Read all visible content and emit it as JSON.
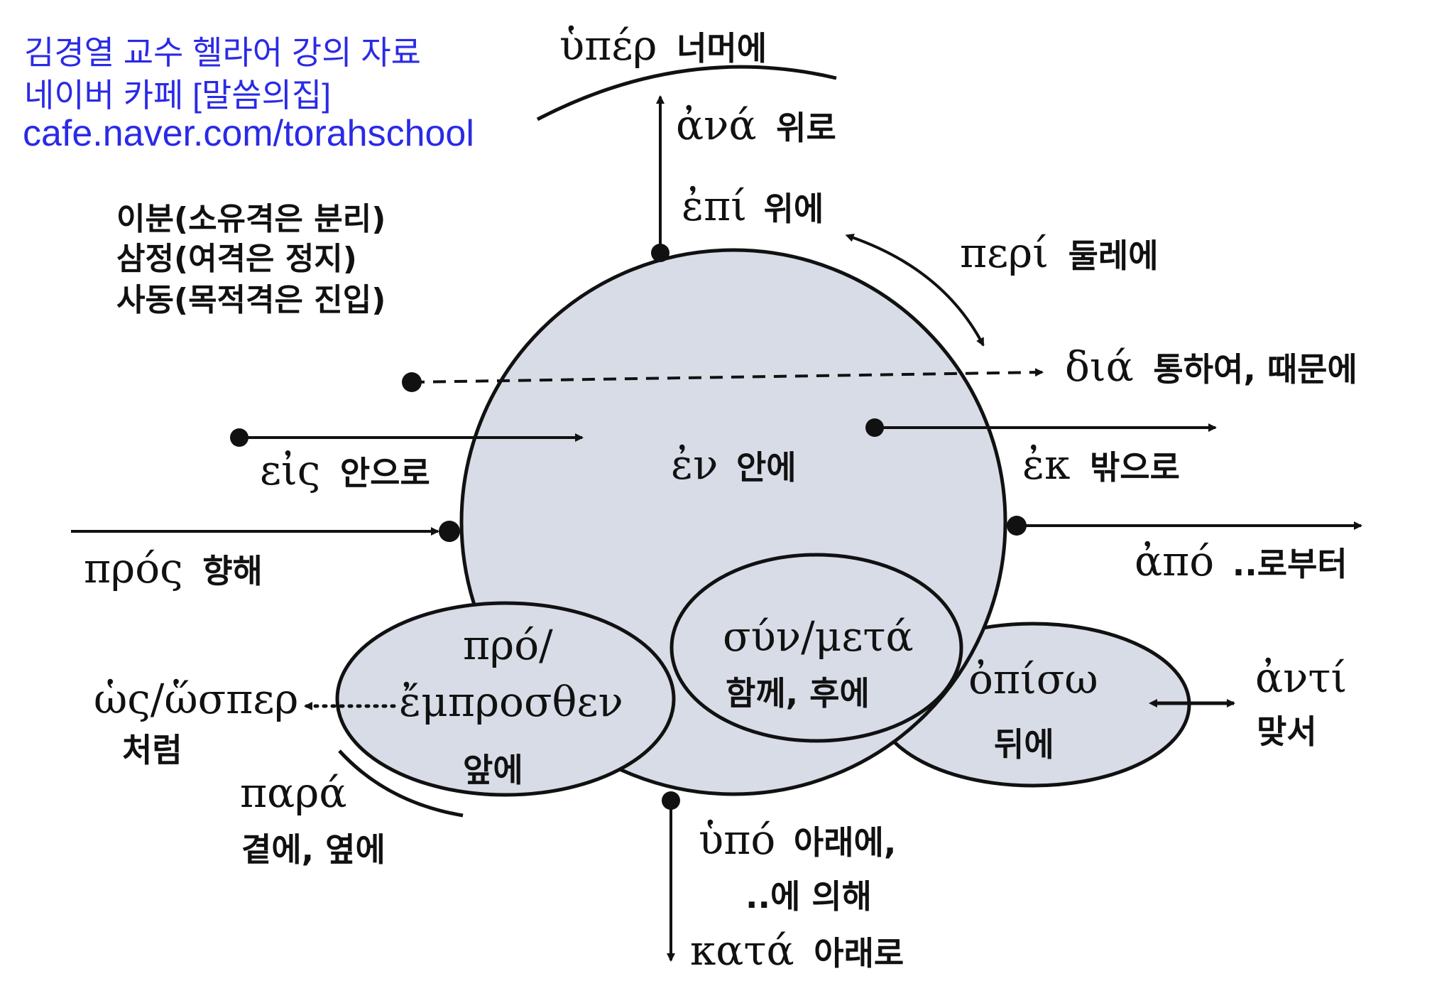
{
  "credit": {
    "line1": "김경열 교수 헬라어 강의 자료",
    "line2": "네이버 카페 [말씀의집]",
    "line3": "cafe.naver.com/torahschool",
    "color": "#2a2ae6"
  },
  "cases": {
    "line1": "이분(소유격은 분리)",
    "line2": "삼정(여격은 정지)",
    "line3": "사동(목적격은 진입)"
  },
  "colors": {
    "fill": "#d7dce6",
    "stroke": "#111111",
    "text": "#111111"
  },
  "prepositions": {
    "hyper": {
      "greek": "ὑπέρ",
      "korean": "너머에"
    },
    "ana": {
      "greek": "ἀνά",
      "korean": "위로"
    },
    "epi": {
      "greek": "ἐπί",
      "korean": "위에"
    },
    "peri": {
      "greek": "περί",
      "korean": "둘레에"
    },
    "dia": {
      "greek": "διά",
      "korean": "통하여, 때문에"
    },
    "en": {
      "greek": "ἐν",
      "korean": "안에"
    },
    "ek": {
      "greek": "ἐκ",
      "korean": "밖으로"
    },
    "eis": {
      "greek": "εἰς",
      "korean": "안으로"
    },
    "pros": {
      "greek": "πρός",
      "korean": "향해"
    },
    "apo": {
      "greek": "ἀπό",
      "korean": "..로부터"
    },
    "pro": {
      "greek1": "πρό/",
      "greek2": "ἔμπροσθεν",
      "korean": "앞에"
    },
    "syn": {
      "greek": "σύν/μετά",
      "korean": "함께, 후에"
    },
    "opiso": {
      "greek": "ὀπίσω",
      "korean": "뒤에"
    },
    "anti": {
      "greek": "ἀντί",
      "korean": "맞서"
    },
    "hos": {
      "greek": "ὡς/ὥσπερ",
      "korean": "처럼"
    },
    "para": {
      "greek": "παρά",
      "korean": "곁에, 옆에"
    },
    "hypo": {
      "greek": "ὑπό",
      "korean1": "아래에,",
      "korean2": "..에 의해"
    },
    "kata": {
      "greek": "κατά",
      "korean": "아래로"
    }
  }
}
